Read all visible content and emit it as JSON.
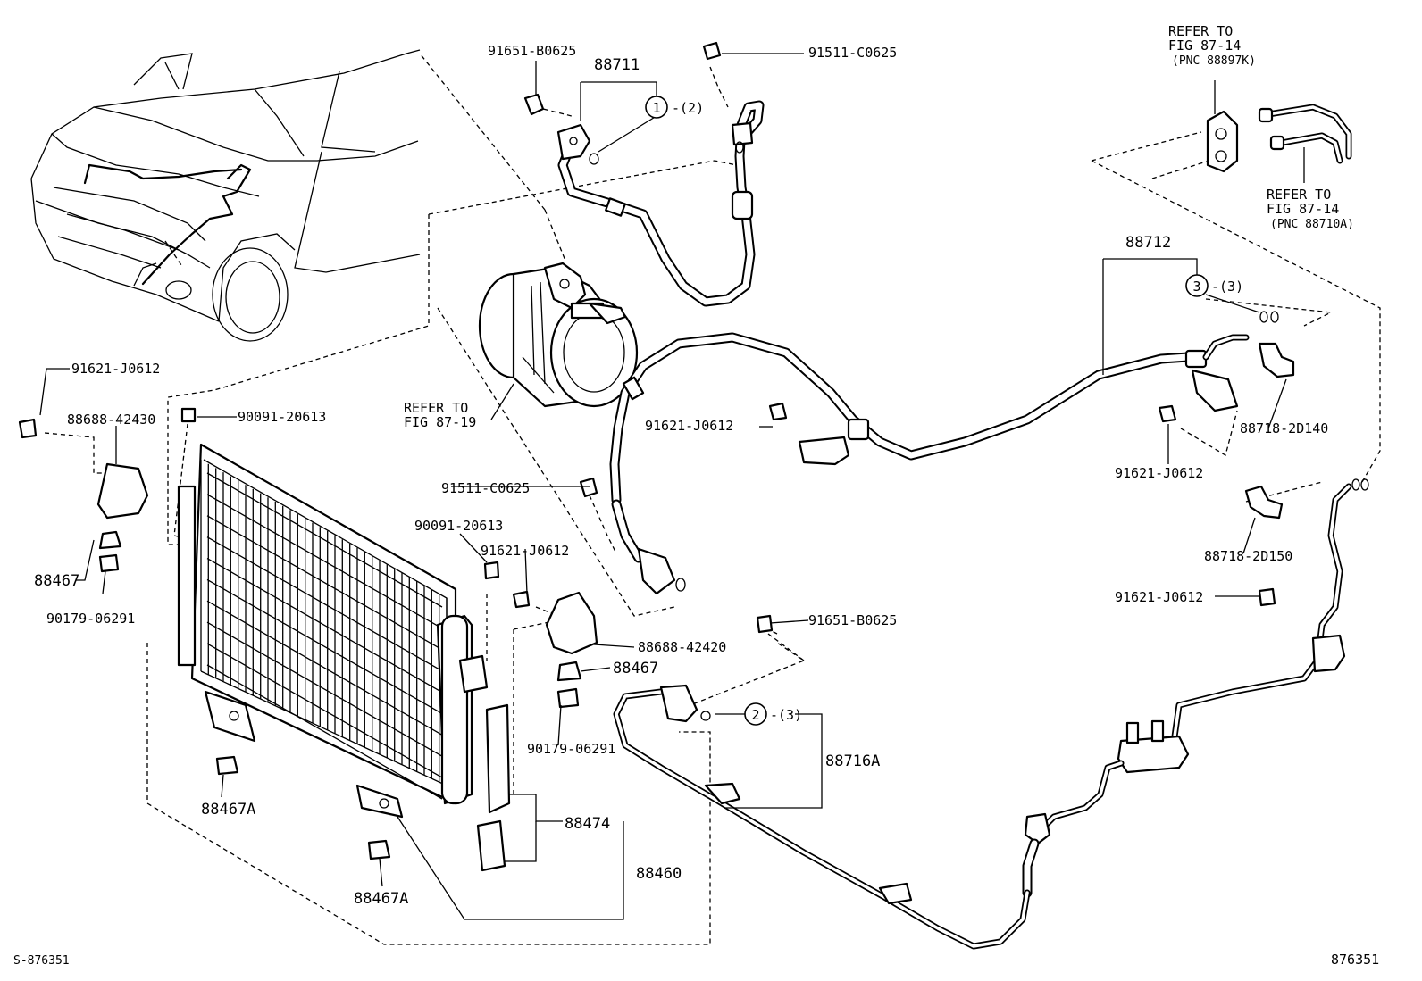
{
  "labels": {
    "p91651_top": "91651-B0625",
    "p88711": "88711",
    "q1": "-(2)",
    "p91511_top": "91511-C0625",
    "refer_87_14_a_l1": "REFER TO",
    "refer_87_14_a_l2": "FIG 87-14",
    "refer_87_14_a_l3": "(PNC 88897K)",
    "refer_87_14_b_l1": "REFER TO",
    "refer_87_14_b_l2": "FIG 87-14",
    "refer_87_14_b_l3": "(PNC 88710A)",
    "p88712": "88712",
    "q3": "-(3)",
    "refer_87_19_l1": "REFER TO",
    "refer_87_19_l2": "FIG 87-19",
    "p91621_left": "91621-J0612",
    "p88688_42430": "88688-42430",
    "p90091_left": "90091-20613",
    "p91621_mid": "91621-J0612",
    "p88718_2d140": "88718-2D140",
    "p91621_right": "91621-J0612",
    "p91511_mid": "91511-C0625",
    "p90091_mid": "90091-20613",
    "p91621_mid2": "91621-J0612",
    "p88718_2d150": "88718-2D150",
    "p88467_left": "88467",
    "p90179_left": "90179-06291",
    "p88688_42420": "88688-42420",
    "p91651_mid": "91651-B0625",
    "p91621_right2": "91621-J0612",
    "p88467_mid": "88467",
    "q2": "-(3)",
    "p88716a": "88716A",
    "p90179_mid": "90179-06291",
    "p88467a_top": "88467A",
    "p88474": "88474",
    "p88460": "88460",
    "p88467a_bottom": "88467A",
    "footer_left": "S-876351",
    "footer_right": "876351"
  },
  "callouts": {
    "c1": "1",
    "c2": "2",
    "c3": "3"
  }
}
